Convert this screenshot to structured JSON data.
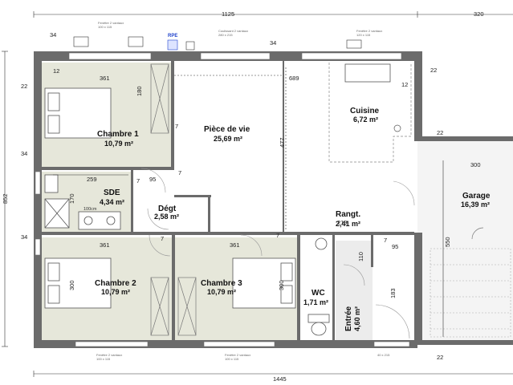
{
  "rooms": {
    "chambre1": {
      "name": "Chambre 1",
      "area": "10,79 m²"
    },
    "piece_de_vie": {
      "name": "Pièce de vie",
      "area": "25,69 m²"
    },
    "cuisine": {
      "name": "Cuisine",
      "area": "6,72 m²"
    },
    "sde": {
      "name": "SDE",
      "area": "4,34 m²"
    },
    "degt": {
      "name": "Dégt",
      "area": "2,58 m²"
    },
    "rangt": {
      "name": "Rangt.",
      "area": "2,41 m²"
    },
    "garage": {
      "name": "Garage",
      "area": "16,39 m²"
    },
    "chambre2": {
      "name": "Chambre 2",
      "area": "10,79 m²"
    },
    "chambre3": {
      "name": "Chambre 3",
      "area": "10,79 m²"
    },
    "wc": {
      "name": "WC",
      "area": "1,71 m²"
    },
    "entree": {
      "name": "Entrée",
      "area": "4,60 m²"
    }
  },
  "dimensions": {
    "top_total": "1125",
    "top_garage": "320",
    "bottom_total": "1445",
    "left_height": "852",
    "d34_a": "34",
    "d34_b": "34",
    "d34_c": "34",
    "d34_d": "34",
    "d12_a": "12",
    "d12_b": "12",
    "d22_a": "22",
    "d22_b": "22",
    "d22_c": "22",
    "d22_d": "22",
    "d361_a": "361",
    "d361_b": "361",
    "d361_c": "361",
    "d689": "689",
    "d477": "477",
    "d180": "180",
    "d259": "259",
    "d95_a": "95",
    "d95_b": "95",
    "d7_a": "7",
    "d7_b": "7",
    "d7_c": "7",
    "d7_d": "7",
    "d7_e": "7",
    "d7_f": "7",
    "d170": "170",
    "d300_a": "300",
    "d300_b": "300",
    "d300_c": "300",
    "d219": "219",
    "d110": "110",
    "d183": "183",
    "d550": "550",
    "d100": "100cm"
  },
  "tags": {
    "rpe": "RPE"
  }
}
